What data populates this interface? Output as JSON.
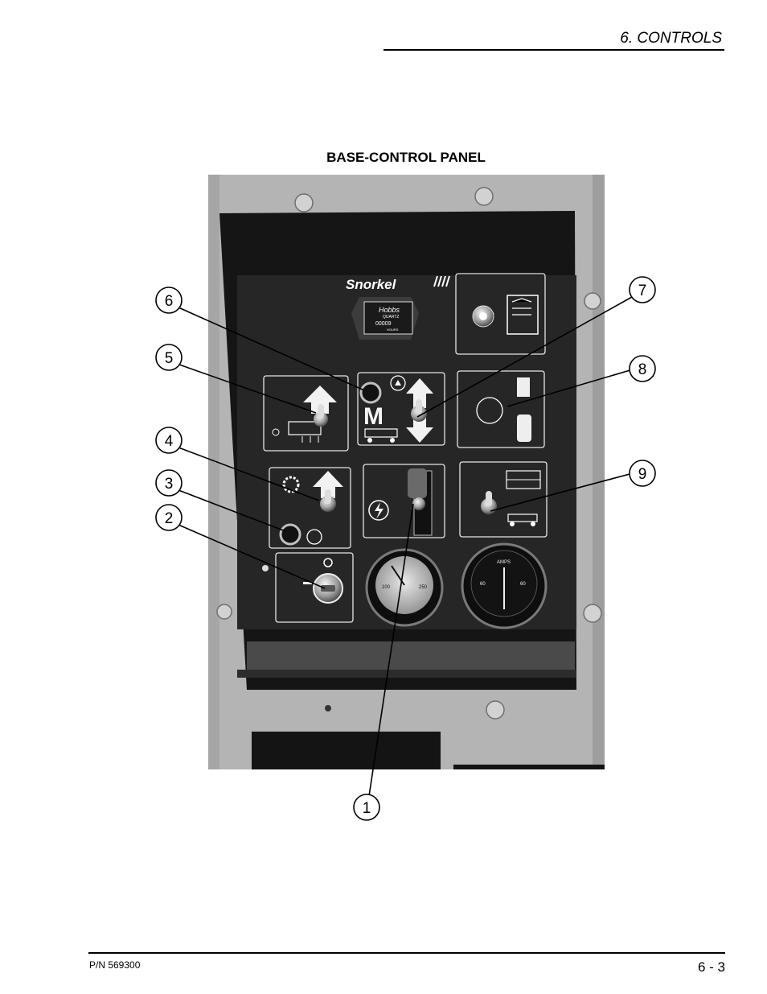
{
  "header": {
    "section_title": "6. CONTROLS"
  },
  "figure": {
    "title": "BASE-CONTROL PANEL",
    "panel": {
      "brand": "Snorkel",
      "hour_meter_brand": "Hobbs",
      "hour_meter_sub": "QUARTZ",
      "hour_meter_digits": "00009",
      "hour_meter_unit": "HOURS",
      "ammeter_label": "AMPS",
      "ammeter_left": "60",
      "ammeter_right": "60",
      "gauge_left": "100",
      "gauge_right": "250"
    },
    "callouts": [
      "1",
      "2",
      "3",
      "4",
      "5",
      "6",
      "7",
      "8",
      "9"
    ]
  },
  "footer": {
    "part_number": "P/N 569300",
    "page_number": "6 - 3"
  }
}
